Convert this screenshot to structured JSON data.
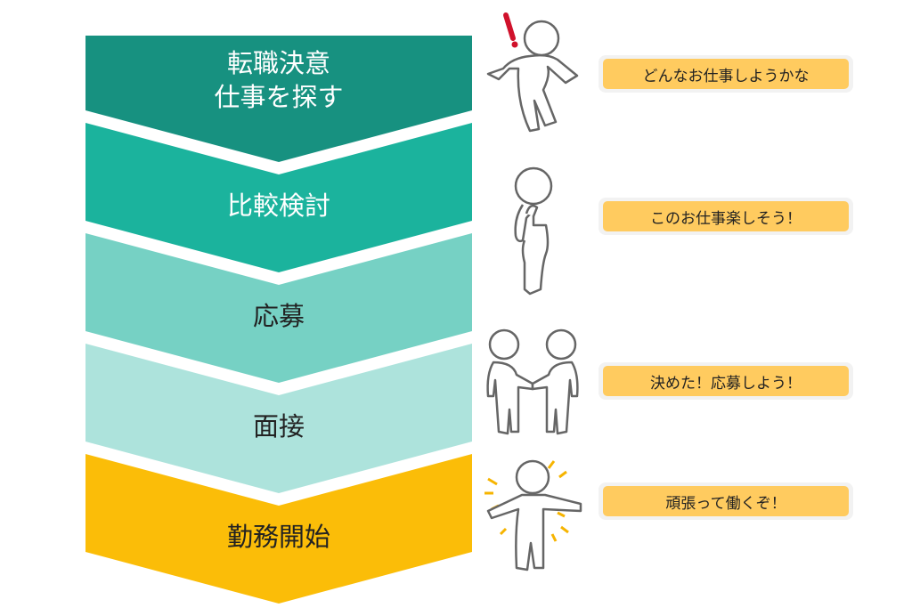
{
  "colors": {
    "step1": "#179180",
    "step2": "#1bb39d",
    "step3": "#76d1c4",
    "step4": "#ade3dc",
    "step5": "#fbbd08",
    "bubble": "#ffcb5f",
    "exclaim": "#d0112b"
  },
  "steps": [
    {
      "line1": "転職決意",
      "line2": "仕事を探す"
    },
    {
      "line1": "比較検討"
    },
    {
      "line1": "応募"
    },
    {
      "line1": "面接"
    },
    {
      "line1": "勤務開始"
    }
  ],
  "bubbles": [
    "どんなお仕事しようかな",
    "このお仕事楽しそう！",
    "決めた！応募しよう！",
    "頑張って働くぞ！"
  ]
}
